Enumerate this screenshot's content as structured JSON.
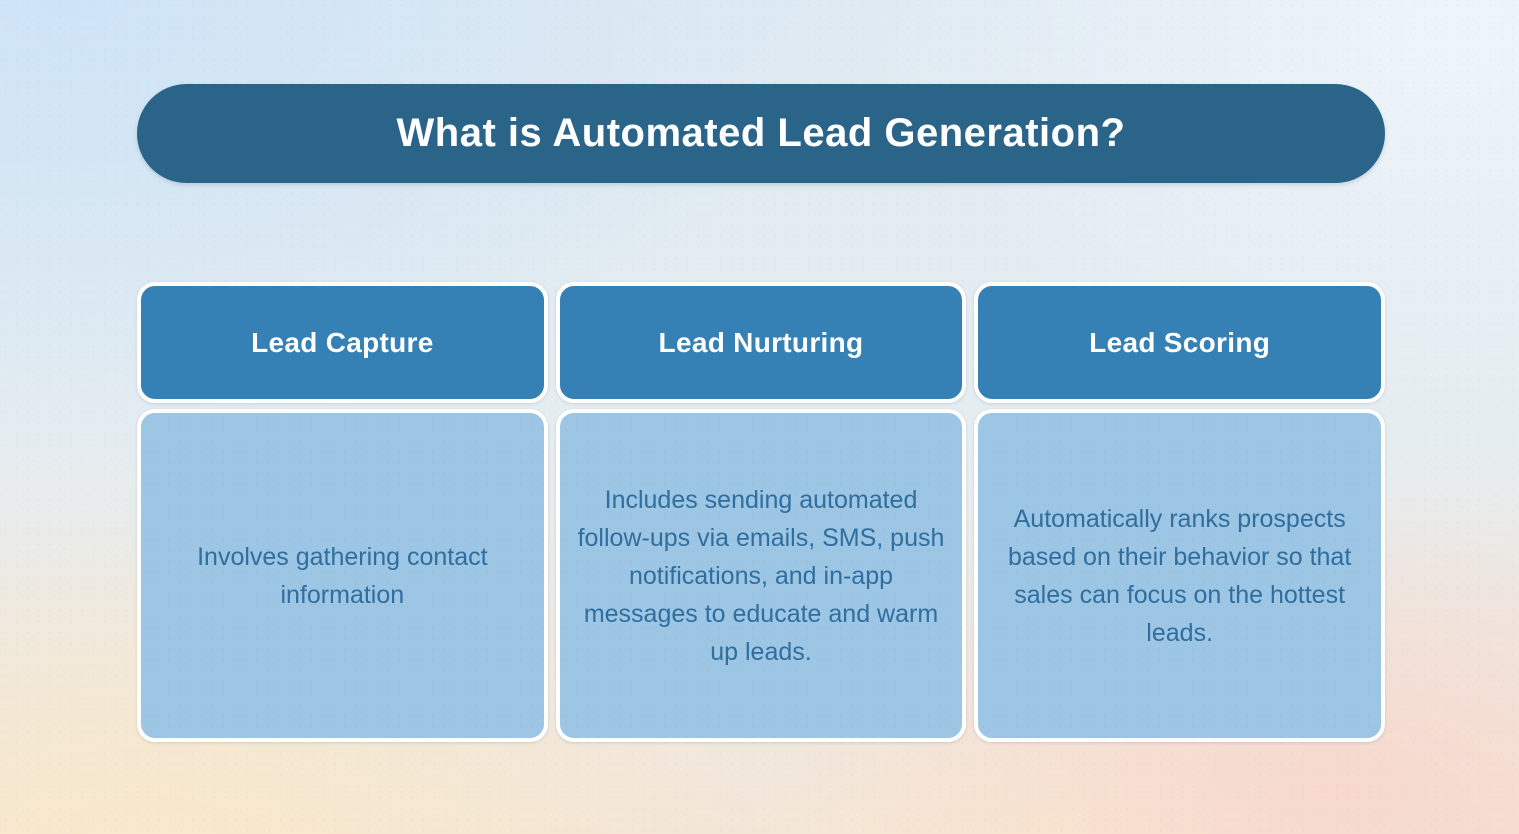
{
  "page": {
    "title": "What is Automated Lead Generation?",
    "columns": [
      {
        "header": "Lead Capture",
        "body": "Involves gathering contact information"
      },
      {
        "header": "Lead Nurturing",
        "body": "Includes sending automated follow-ups via emails, SMS, push notifications, and in-app messages to educate and warm up leads."
      },
      {
        "header": "Lead Scoring",
        "body": "Automatically ranks prospects based on their behavior so that sales can focus on the hottest leads."
      }
    ],
    "colors": {
      "title_banner_bg": "#2b6489",
      "header_card_bg": "#3581b5",
      "body_card_bg": "#9dc5e4",
      "body_text": "#2f6e9e",
      "header_text": "#ffffff",
      "card_border": "#ffffff",
      "bg_top_left": "#cee4f6",
      "bg_top_right": "#eef5fa",
      "bg_bottom_left": "#f8e8ca",
      "bg_bottom_right": "#f7d8cd"
    }
  }
}
